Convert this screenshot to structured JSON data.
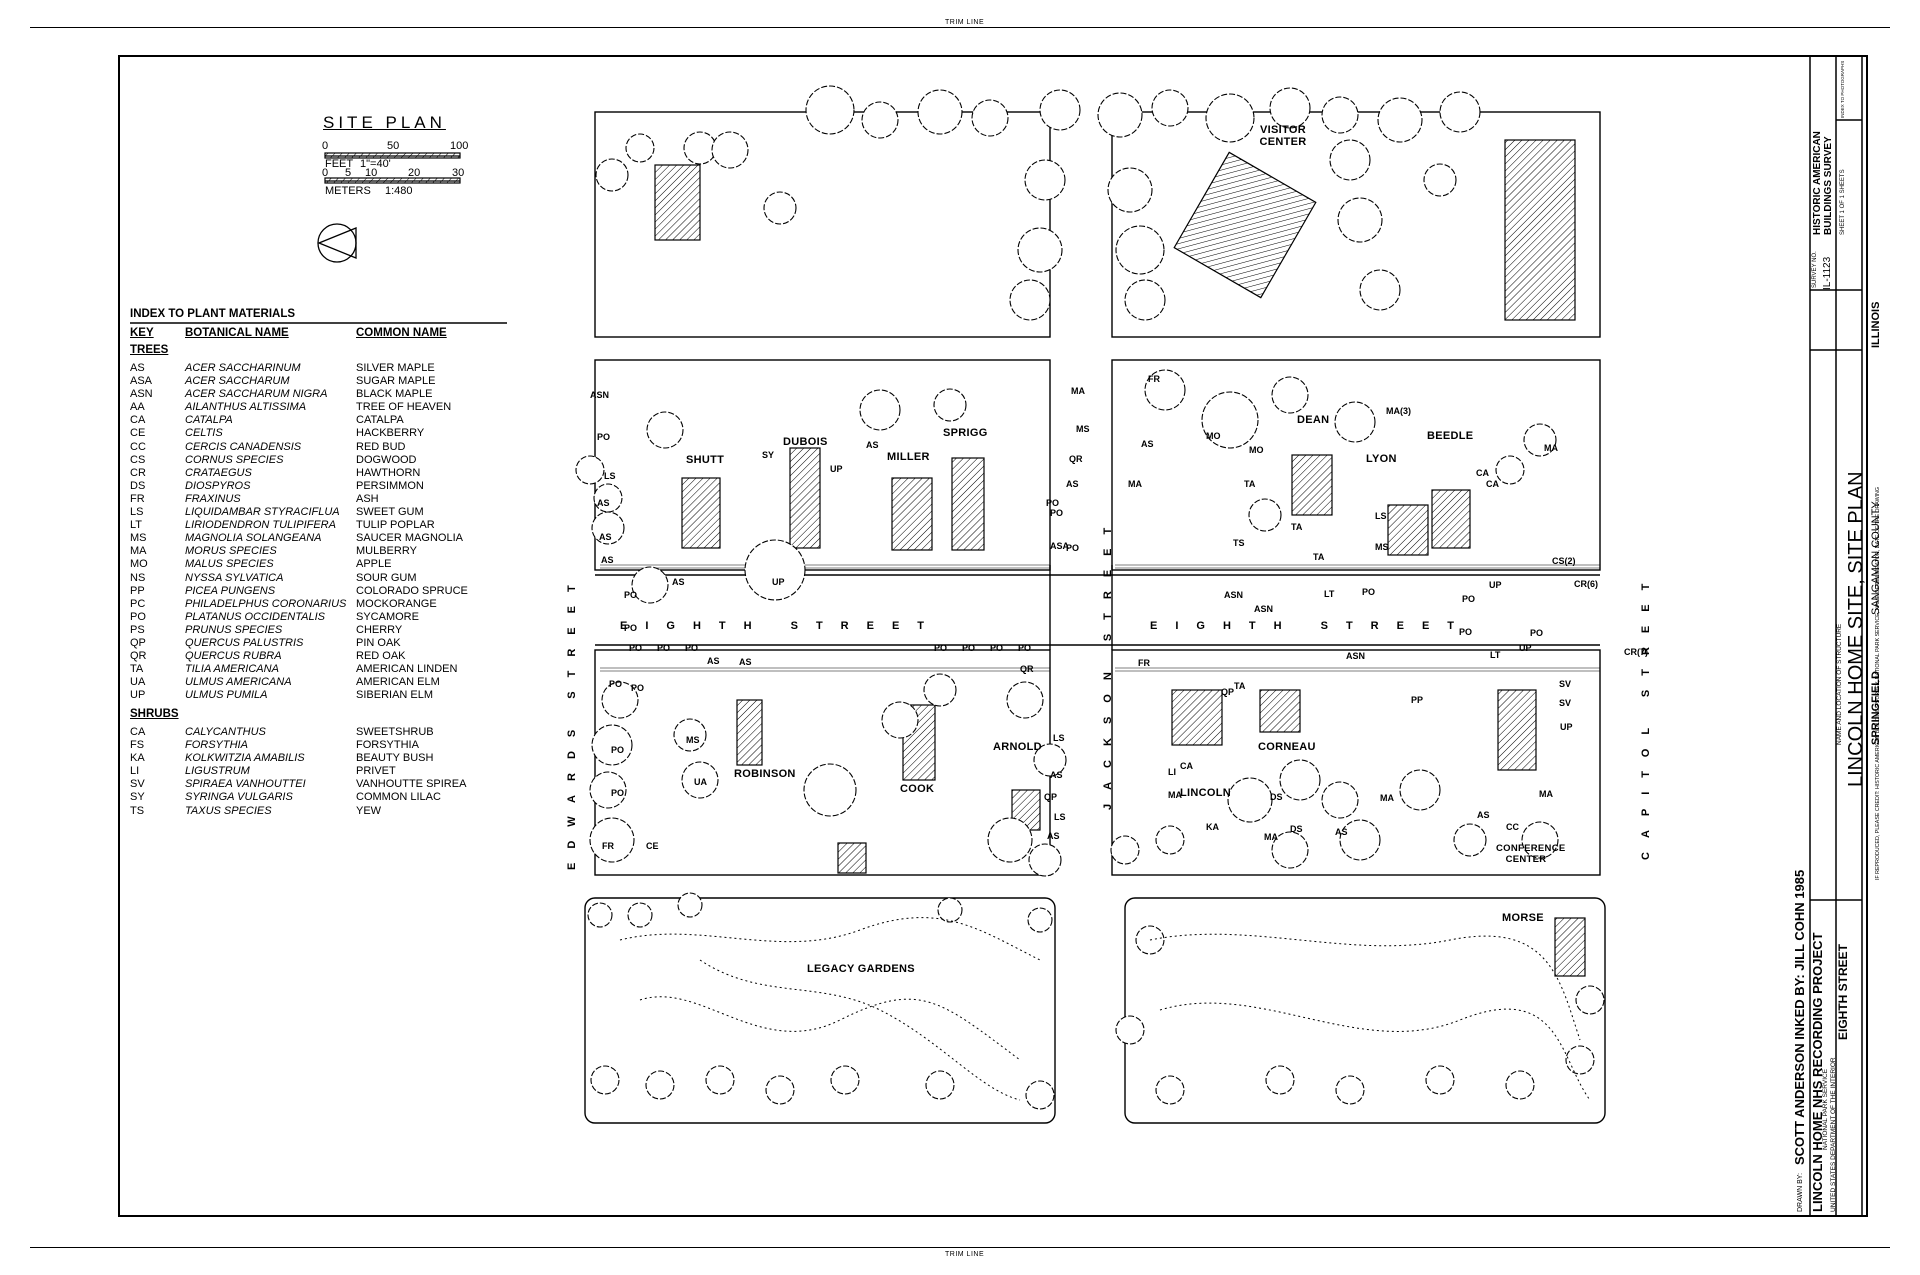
{
  "trim_line_label": "TRIM LINE",
  "title_block_site_plan": {
    "title": "SITE PLAN",
    "feet_ticks": [
      "0",
      "50",
      "100"
    ],
    "feet_label": "FEET",
    "feet_scale": "1\"=40'",
    "meter_ticks": [
      "0",
      "5",
      "10",
      "20",
      "30"
    ],
    "meters_label": "METERS",
    "meters_scale": "1:480"
  },
  "legend": {
    "title": "INDEX TO PLANT MATERIALS",
    "columns": [
      "KEY",
      "BOTANICAL NAME",
      "COMMON NAME"
    ],
    "trees_heading": "TREES",
    "trees": [
      [
        "AS",
        "ACER SACCHARINUM",
        "SILVER MAPLE"
      ],
      [
        "ASA",
        "ACER SACCHARUM",
        "SUGAR MAPLE"
      ],
      [
        "ASN",
        "ACER SACCHARUM NIGRA",
        "BLACK MAPLE"
      ],
      [
        "AA",
        "AILANTHUS ALTISSIMA",
        "TREE OF HEAVEN"
      ],
      [
        "CA",
        "CATALPA",
        "CATALPA"
      ],
      [
        "CE",
        "CELTIS",
        "HACKBERRY"
      ],
      [
        "CC",
        "CERCIS CANADENSIS",
        "RED BUD"
      ],
      [
        "CS",
        "CORNUS SPECIES",
        "DOGWOOD"
      ],
      [
        "CR",
        "CRATAEGUS",
        "HAWTHORN"
      ],
      [
        "DS",
        "DIOSPYROS",
        "PERSIMMON"
      ],
      [
        "FR",
        "FRAXINUS",
        "ASH"
      ],
      [
        "LS",
        "LIQUIDAMBAR STYRACIFLUA",
        "SWEET GUM"
      ],
      [
        "LT",
        "LIRIODENDRON TULIPIFERA",
        "TULIP POPLAR"
      ],
      [
        "MS",
        "MAGNOLIA SOLANGEANA",
        "SAUCER MAGNOLIA"
      ],
      [
        "MA",
        "MORUS SPECIES",
        "MULBERRY"
      ],
      [
        "MO",
        "MALUS SPECIES",
        "APPLE"
      ],
      [
        "NS",
        "NYSSA SYLVATICA",
        "SOUR GUM"
      ],
      [
        "PP",
        "PICEA PUNGENS",
        "COLORADO SPRUCE"
      ],
      [
        "PC",
        "PHILADELPHUS CORONARIUS",
        "MOCKORANGE"
      ],
      [
        "PO",
        "PLATANUS OCCIDENTALIS",
        "SYCAMORE"
      ],
      [
        "PS",
        "PRUNUS SPECIES",
        "CHERRY"
      ],
      [
        "QP",
        "QUERCUS PALUSTRIS",
        "PIN OAK"
      ],
      [
        "QR",
        "QUERCUS RUBRA",
        "RED OAK"
      ],
      [
        "TA",
        "TILIA AMERICANA",
        "AMERICAN LINDEN"
      ],
      [
        "UA",
        "ULMUS AMERICANA",
        "AMERICAN ELM"
      ],
      [
        "UP",
        "ULMUS PUMILA",
        "SIBERIAN ELM"
      ]
    ],
    "shrubs_heading": "SHRUBS",
    "shrubs": [
      [
        "CA",
        "CALYCANTHUS",
        "SWEETSHRUB"
      ],
      [
        "FS",
        "FORSYTHIA",
        "FORSYTHIA"
      ],
      [
        "KA",
        "KOLKWITZIA AMABILIS",
        "BEAUTY BUSH"
      ],
      [
        "LI",
        "LIGUSTRUM",
        "PRIVET"
      ],
      [
        "SV",
        "SPIRAEA VANHOUTTEI",
        "VANHOUTTE SPIREA"
      ],
      [
        "SY",
        "SYRINGA VULGARIS",
        "COMMON LILAC"
      ],
      [
        "TS",
        "TAXUS SPECIES",
        "YEW"
      ]
    ]
  },
  "streets": {
    "eighth_west": "EIGHTH STREET",
    "eighth_east": "EIGHTH STREET",
    "edwards": "EDWARDS STREET",
    "jackson": "JACKSON STREET",
    "capitol": "CAPITOL STREET"
  },
  "buildings": {
    "visitor_center": "VISITOR CENTER",
    "shutt": "SHUTT",
    "dubois": "DUBOIS",
    "miller": "MILLER",
    "sprigg": "SPRIGG",
    "dean": "DEAN",
    "lyon": "LYON",
    "beedle": "BEEDLE",
    "robinson": "ROBINSON",
    "cook": "COOK",
    "arnold": "ARNOLD",
    "corneau": "CORNEAU",
    "lincoln": "LINCOLN",
    "conference_center": "CONFERENCE CENTER",
    "legacy_gardens": "LEGACY GARDENS",
    "morse": "MORSE"
  },
  "plant_labels": [
    "ASN",
    "PO",
    "LS",
    "AS",
    "AS",
    "AS",
    "PO",
    "AS",
    "UP",
    "PO",
    "SY",
    "UP",
    "AS",
    "AS",
    "PO",
    "PO",
    "PO",
    "AS",
    "PO",
    "PO",
    "PO",
    "PO",
    "PO",
    "QR",
    "PO",
    "PO",
    "MS",
    "UA",
    "PO",
    "FR",
    "CE",
    "LS",
    "AS",
    "QP",
    "LS",
    "AS",
    "MA",
    "MS",
    "QR",
    "PO",
    "AS",
    "PO",
    "ASA",
    "FR",
    "AS",
    "MA",
    "PO",
    "MO",
    "MO",
    "TA",
    "TS",
    "TA",
    "TA",
    "MA(3)",
    "LS",
    "MS",
    "CA",
    "CA",
    "MA",
    "ASN",
    "ASN",
    "LT",
    "PO",
    "UP",
    "PO",
    "CS(2)",
    "CR(6)",
    "CR(7)",
    "FR",
    "TA",
    "QP",
    "CA",
    "LI",
    "MA",
    "KA",
    "MA",
    "DS",
    "DS",
    "AS",
    "MA",
    "ASN",
    "PP",
    "PO",
    "LT",
    "UP",
    "PO",
    "SV",
    "SV",
    "UP",
    "AS",
    "CC",
    "MA"
  ],
  "title_strip": {
    "drawn_by": "DRAWN BY:",
    "drawer": "SCOTT ANDERSON  INKED BY: JILL COHN 1985",
    "project": "LINCOLN HOME NHS RECORDING PROJECT",
    "agency_1": "NATIONAL PARK SERVICE",
    "agency_2": "UNITED STATES DEPARTMENT OF THE INTERIOR",
    "sheet_name": "EIGHTH STREET",
    "name_location_label": "NAME AND LOCATION OF STRUCTURE",
    "structure_title": "LINCOLN HOME SITE, SITE PLAN",
    "city": "SPRINGFIELD",
    "county": "SANGAMON COUNTY",
    "state": "ILLINOIS",
    "credit": "IF REPRODUCED, PLEASE CREDIT: HISTORIC AMERICAN BUILDINGS SURVEY, NATIONAL PARK SERVICE, NAME OF DELINEATOR, DATE OF THE DRAWING",
    "survey_no_label": "SURVEY NO.",
    "survey_no": "IL-1123",
    "habs_title": "HISTORIC AMERICAN BUILDINGS SURVEY",
    "sheet_label": "SHEET  1  OF  1  SHEETS",
    "index_label": "INDEX TO PHOTOGRAPHS"
  }
}
